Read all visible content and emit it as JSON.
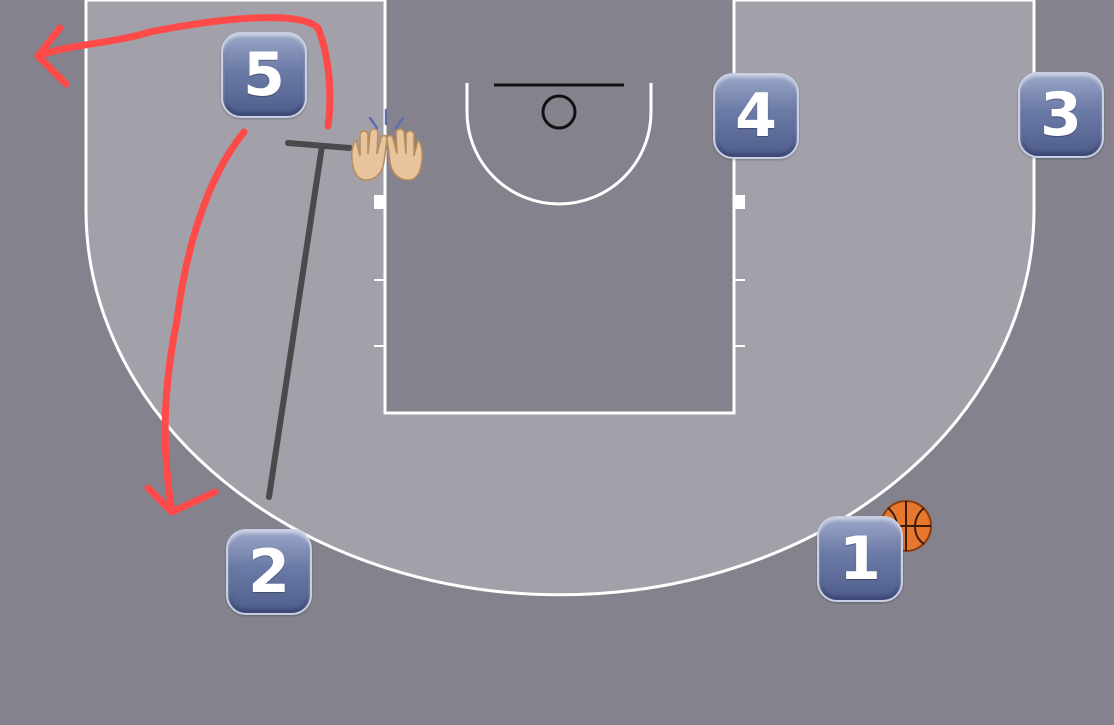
{
  "colors": {
    "outer_floor": "#84838d",
    "three_point_area": "#a2a1aa",
    "paint": "#84838d",
    "court_lines": "#ffffff",
    "rim": "#111111",
    "screen_line": "#4a4a4c",
    "movement_arrow": "#ff4a4a",
    "badge": "#5d6b98"
  },
  "players": [
    {
      "id": "player-1",
      "number": "1",
      "has_ball": true
    },
    {
      "id": "player-2",
      "number": "2",
      "has_ball": false
    },
    {
      "id": "player-3",
      "number": "3",
      "has_ball": false
    },
    {
      "id": "player-4",
      "number": "4",
      "has_ball": false
    },
    {
      "id": "player-5",
      "number": "5",
      "has_ball": false
    }
  ],
  "icons": {
    "ball": "basketball-icon",
    "defender": "raised-hands-icon"
  },
  "actions": {
    "screen": "screen-line",
    "cut_player_5": "arrow-to-left-wing",
    "cut_from_5_to_2": "arrow-to-corner"
  }
}
